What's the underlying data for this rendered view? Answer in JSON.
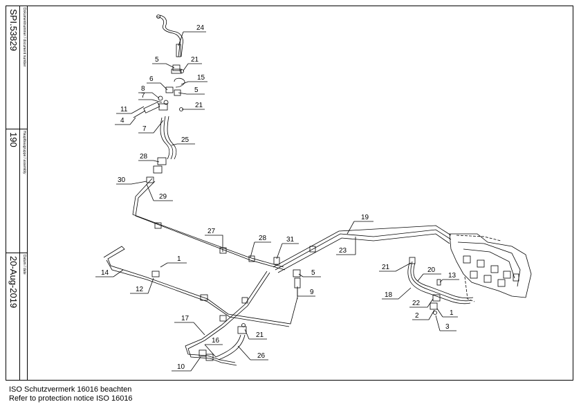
{
  "title_block": {
    "document_number_label": "Dokumentnummer / document number",
    "document_number": "SPI.53829",
    "assembly_label": "Hauptbaugruppe / assembly",
    "assembly": "190",
    "date_label": "Datum / date",
    "date": "20-Aug-2019"
  },
  "callouts": [
    "24",
    "5",
    "21",
    "15",
    "6",
    "5",
    "8",
    "7",
    "21",
    "11",
    "4",
    "7",
    "25",
    "28",
    "30",
    "29",
    "27",
    "28",
    "31",
    "5",
    "9",
    "19",
    "23",
    "21",
    "20",
    "13",
    "18",
    "22",
    "2",
    "1",
    "3",
    "1",
    "14",
    "12",
    "17",
    "16",
    "21",
    "10",
    "26"
  ],
  "notice": {
    "de": "ISO Schutzvermerk 16016 beachten",
    "en": "Refer to protection notice ISO 16016"
  }
}
